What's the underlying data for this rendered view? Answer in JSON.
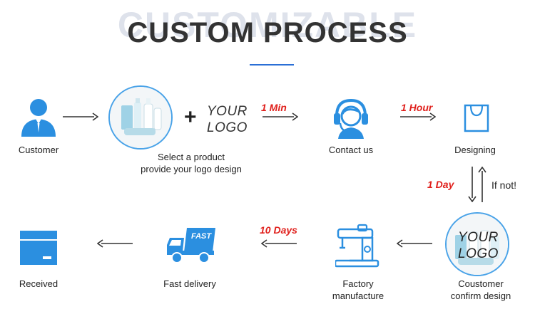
{
  "header": {
    "background_word": "CUSTOMIZABLE",
    "title": "CUSTOM PROCESS"
  },
  "steps": {
    "customer": "Customer",
    "select_line1": "Select a product",
    "select_line2": "provide your logo design",
    "logo_line1": "YOUR",
    "logo_line2": "LOGO",
    "contact": "Contact us",
    "designing": "Designing",
    "confirm_line1": "Coustomer",
    "confirm_line2": "confirm design",
    "factory_line1": "Factory",
    "factory_line2": "manufacture",
    "delivery": "Fast delivery",
    "received": "Received",
    "truck_badge": "FAST",
    "confirm_logo_line1": "YOUR",
    "confirm_logo_line2": "LOGO"
  },
  "durations": {
    "contact": "1 Min",
    "designing": "1 Hour",
    "confirm": "1 Day",
    "factory": "10 Days"
  },
  "misc": {
    "plus": "+",
    "if_not": "If not!"
  },
  "colors": {
    "accent_blue": "#2b8fe0",
    "time_red": "#e0201c"
  }
}
